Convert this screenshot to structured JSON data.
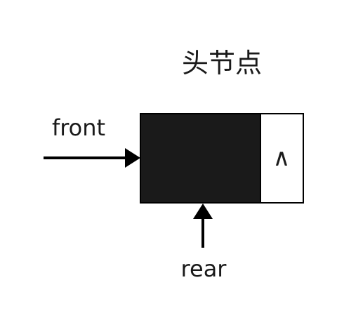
{
  "title": "头节点",
  "node": {
    "data_field_color": "#1a1a1a",
    "next_field_symbol": "∧"
  },
  "pointers": {
    "front": "front",
    "rear": "rear"
  },
  "colors": {
    "stroke": "#000000",
    "text": "#1a1a1a",
    "background": "#ffffff"
  }
}
